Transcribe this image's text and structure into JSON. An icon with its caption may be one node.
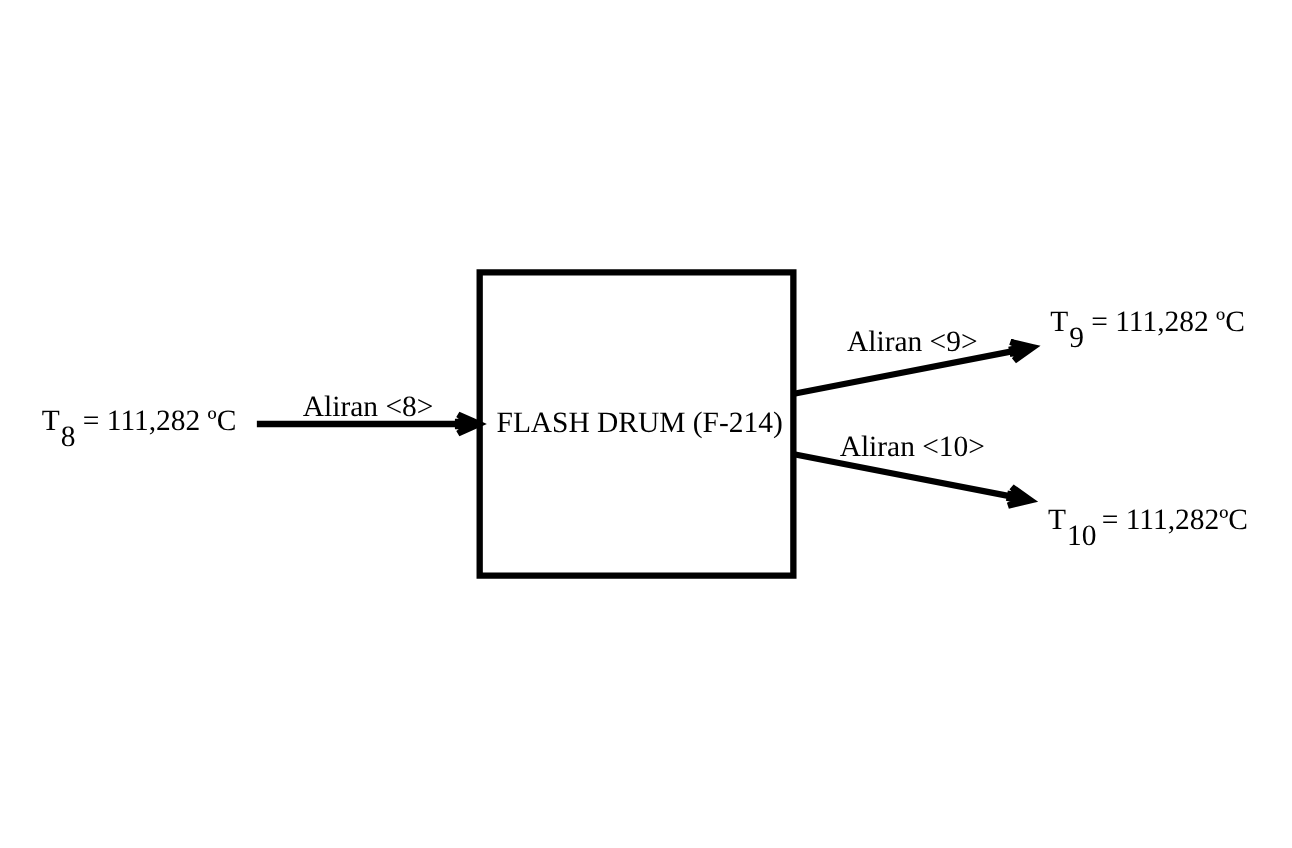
{
  "diagram": {
    "nodes": [
      {
        "text": [
          "T$_{9}$ = 111,282 ºC"
        ]
      },
      {
        "text": [
          "T$_{8}$ = 111,282 ºC"
        ]
      },
      {
        "text": [
          "FLASH DRUM (F-214)"
        ]
      },
      {
        "text": [
          "T$_{10}$ = 111,282ºC"
        ]
      }
    ],
    "edges": [
      {
        "from": 1,
        "to": 2,
        "arrow": "to",
        "label": "Aliran <8>"
      },
      {
        "from": 2,
        "to": 0,
        "arrow": "to",
        "label": "Aliran <9>"
      },
      {
        "from": 2,
        "to": 3,
        "arrow": "to",
        "label": "Aliran <10>"
      }
    ]
  }
}
